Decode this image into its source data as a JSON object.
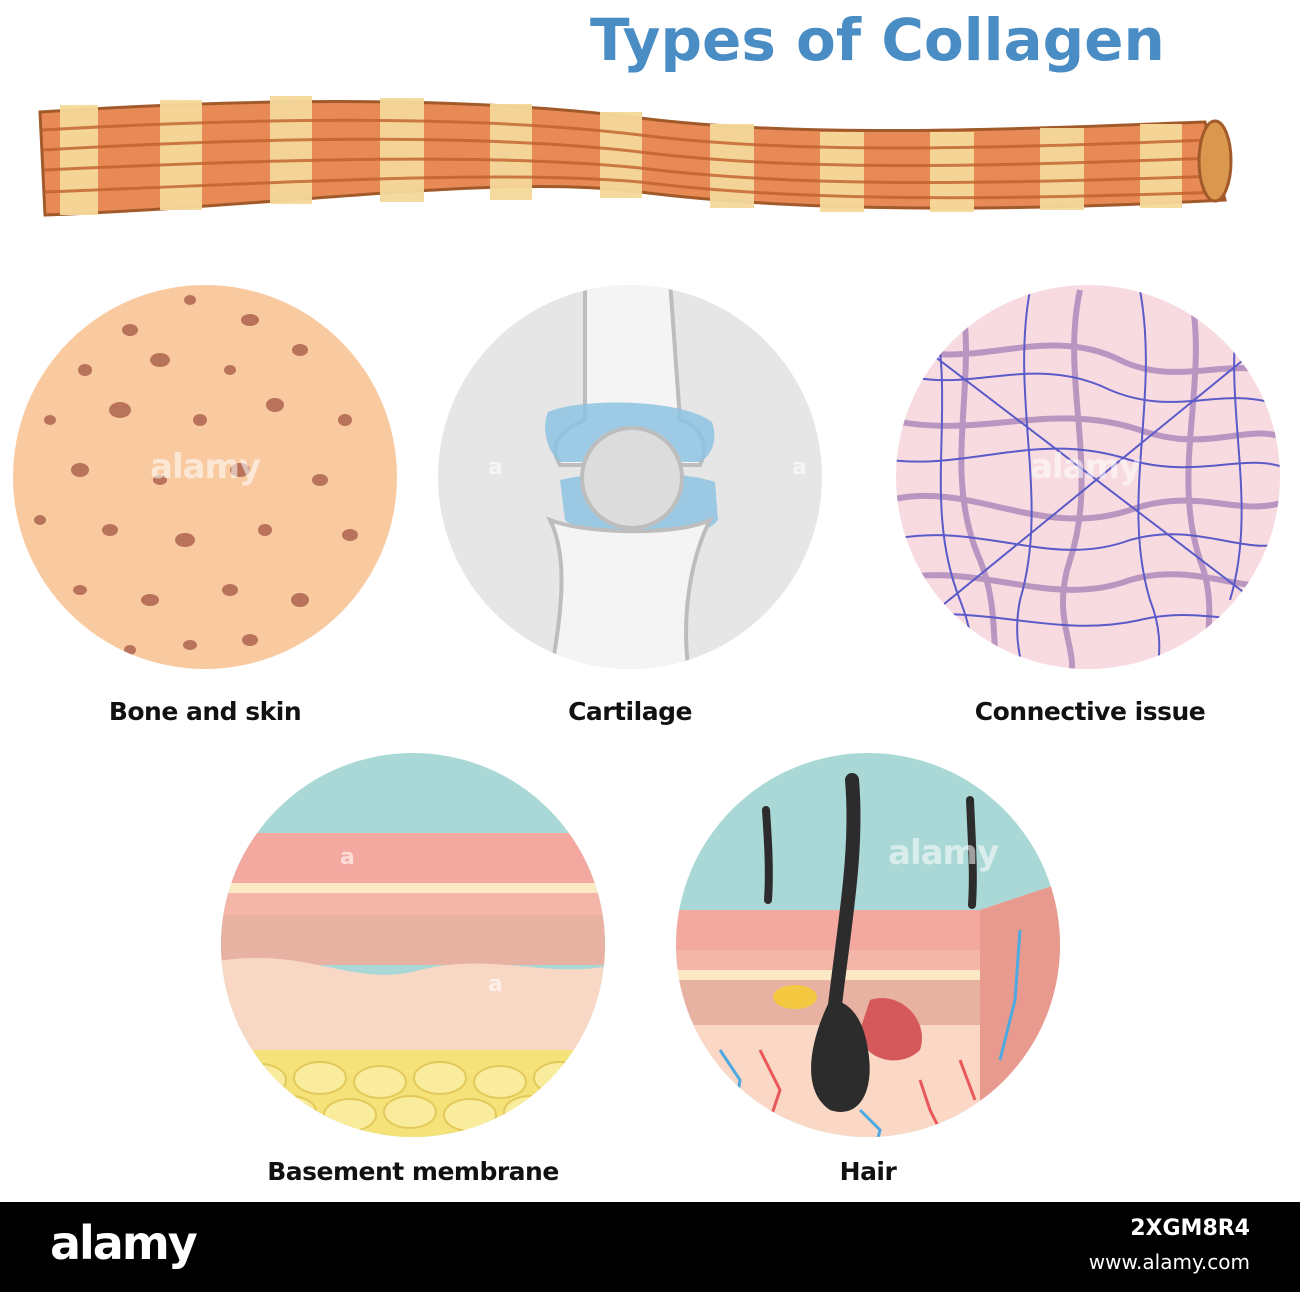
{
  "title": "Types of Collagen",
  "colors": {
    "title": "#4a8dc4",
    "fiber_orange": "#e88a55",
    "fiber_cream": "#f5d99a",
    "bone_bg": "#f9c9a0",
    "bone_spot": "#b8735a",
    "cartilage_bg": "#e6e6e6",
    "cartilage_blue": "#8dc3e3",
    "tissue_bg": "#f7dbe1",
    "tissue_fiber": "#a57fb6",
    "tissue_thread": "#5a5ac8",
    "footer_bg": "#000000"
  },
  "panels": [
    {
      "id": "bone",
      "label": "Bone and skin"
    },
    {
      "id": "cartilage",
      "label": "Cartilage"
    },
    {
      "id": "connective",
      "label": "Connective issue"
    },
    {
      "id": "basement",
      "label": "Basement membrane"
    },
    {
      "id": "hair",
      "label": "Hair"
    }
  ],
  "watermark": {
    "word": "alamy",
    "letter": "a"
  },
  "footer": {
    "brand": "alamy",
    "code": "2XGM8R4",
    "url": "www.alamy.com"
  }
}
